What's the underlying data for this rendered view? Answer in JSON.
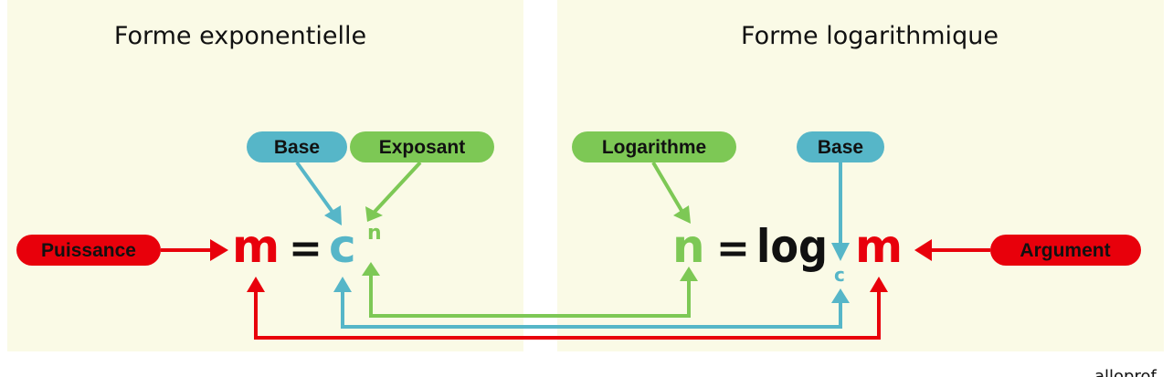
{
  "colors": {
    "panel": "#fafae6",
    "red": "#e8000b",
    "blue": "#56b6c8",
    "green": "#7dc855",
    "text": "#111111"
  },
  "left_panel": {
    "title": "Forme exponentielle",
    "labels": {
      "base": "Base",
      "exponent": "Exposant",
      "power": "Puissance"
    },
    "equation": {
      "power": "m",
      "equals": "=",
      "base": "c",
      "exponent": "n"
    }
  },
  "right_panel": {
    "title": "Forme logarithmique",
    "labels": {
      "logarithm": "Logarithme",
      "base": "Base",
      "argument": "Argument"
    },
    "equation": {
      "logarithm": "n",
      "equals": "=",
      "log": "log",
      "base": "c",
      "argument": "m"
    }
  },
  "footer": {
    "logo": "alloprof"
  }
}
